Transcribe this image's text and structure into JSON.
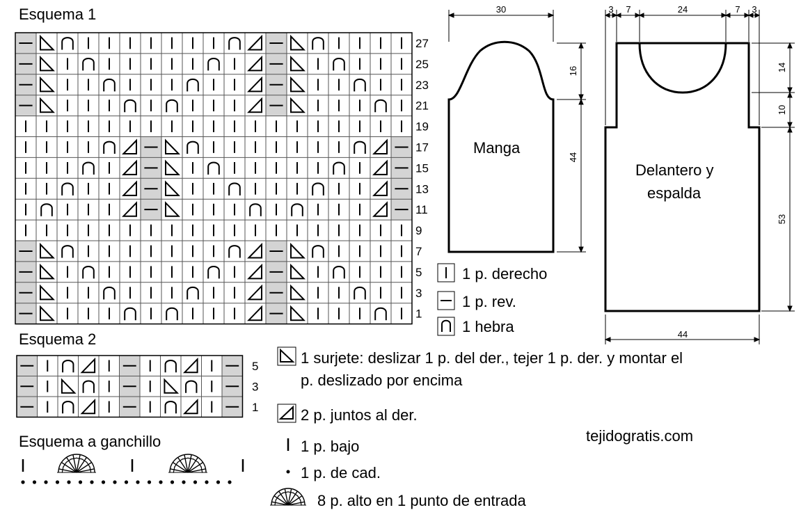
{
  "esquema1": {
    "title": "Esquema 1",
    "row_numbers": [
      "27",
      "25",
      "23",
      "21",
      "19",
      "17",
      "15",
      "13",
      "11",
      "9",
      "7",
      "5",
      "3",
      "1"
    ],
    "rows": [
      [
        "P",
        "S",
        "Y",
        "K",
        "K",
        "K",
        "K",
        "K",
        "K",
        "K",
        "Y",
        "T",
        "P",
        "S",
        "Y",
        "K",
        "K",
        "K",
        "K"
      ],
      [
        "P",
        "S",
        "K",
        "Y",
        "K",
        "K",
        "K",
        "K",
        "K",
        "Y",
        "K",
        "T",
        "P",
        "S",
        "K",
        "Y",
        "K",
        "K",
        "K"
      ],
      [
        "P",
        "S",
        "K",
        "K",
        "Y",
        "K",
        "K",
        "K",
        "Y",
        "K",
        "K",
        "T",
        "P",
        "S",
        "K",
        "K",
        "Y",
        "K",
        "K"
      ],
      [
        "P",
        "S",
        "K",
        "K",
        "K",
        "Y",
        "K",
        "Y",
        "K",
        "K",
        "K",
        "T",
        "P",
        "S",
        "K",
        "K",
        "K",
        "Y",
        "K"
      ],
      [
        "K",
        "K",
        "K",
        "K",
        "K",
        "K",
        "K",
        "K",
        "K",
        "K",
        "K",
        "K",
        "K",
        "K",
        "K",
        "K",
        "K",
        "K",
        "K"
      ],
      [
        "K",
        "K",
        "K",
        "K",
        "Y",
        "T",
        "P",
        "S",
        "Y",
        "K",
        "K",
        "K",
        "K",
        "K",
        "K",
        "K",
        "Y",
        "T",
        "P"
      ],
      [
        "K",
        "K",
        "K",
        "Y",
        "K",
        "T",
        "P",
        "S",
        "K",
        "Y",
        "K",
        "K",
        "K",
        "K",
        "K",
        "Y",
        "K",
        "T",
        "P"
      ],
      [
        "K",
        "K",
        "Y",
        "K",
        "K",
        "T",
        "P",
        "S",
        "K",
        "K",
        "Y",
        "K",
        "K",
        "K",
        "Y",
        "K",
        "K",
        "T",
        "P"
      ],
      [
        "K",
        "Y",
        "K",
        "K",
        "K",
        "T",
        "P",
        "S",
        "K",
        "K",
        "K",
        "Y",
        "K",
        "Y",
        "K",
        "K",
        "K",
        "T",
        "P"
      ],
      [
        "K",
        "K",
        "K",
        "K",
        "K",
        "K",
        "K",
        "K",
        "K",
        "K",
        "K",
        "K",
        "K",
        "K",
        "K",
        "K",
        "K",
        "K",
        "K"
      ],
      [
        "P",
        "S",
        "Y",
        "K",
        "K",
        "K",
        "K",
        "K",
        "K",
        "K",
        "Y",
        "T",
        "P",
        "S",
        "Y",
        "K",
        "K",
        "K",
        "K"
      ],
      [
        "P",
        "S",
        "K",
        "Y",
        "K",
        "K",
        "K",
        "K",
        "K",
        "Y",
        "K",
        "T",
        "P",
        "S",
        "K",
        "Y",
        "K",
        "K",
        "K"
      ],
      [
        "P",
        "S",
        "K",
        "K",
        "Y",
        "K",
        "K",
        "K",
        "Y",
        "K",
        "K",
        "T",
        "P",
        "S",
        "K",
        "K",
        "Y",
        "K",
        "K"
      ],
      [
        "P",
        "S",
        "K",
        "K",
        "K",
        "Y",
        "K",
        "Y",
        "K",
        "K",
        "K",
        "T",
        "P",
        "S",
        "K",
        "K",
        "K",
        "Y",
        "K"
      ]
    ]
  },
  "esquema2": {
    "title": "Esquema 2",
    "row_numbers": [
      "5",
      "3",
      "1"
    ],
    "rows": [
      [
        "P",
        "K",
        "Y",
        "T",
        "K",
        "P",
        "K",
        "Y",
        "T",
        "K",
        "P"
      ],
      [
        "P",
        "K",
        "S",
        "Y",
        "K",
        "P",
        "K",
        "S",
        "Y",
        "K",
        "P"
      ],
      [
        "P",
        "K",
        "Y",
        "T",
        "K",
        "P",
        "K",
        "Y",
        "T",
        "K",
        "P"
      ]
    ]
  },
  "esquema_ganchillo": {
    "title": "Esquema a ganchillo"
  },
  "manga": {
    "label": "Manga",
    "dims": {
      "width": "30",
      "cap_height": "16",
      "body_height": "44"
    }
  },
  "delantero": {
    "label_line1": "Delantero y",
    "label_line2": "espalda",
    "dims": {
      "top": [
        "3",
        "7",
        "24",
        "7",
        "3"
      ],
      "neck_depth": "14",
      "armhole": "10",
      "body_height": "53",
      "bottom_width": "44"
    }
  },
  "legend": {
    "knit": "1 p. derecho",
    "purl": "1 p. rev.",
    "yo": "1 hebra",
    "skp_line1": "1 surjete: deslizar 1 p. del der., tejer 1 p. der. y montar el",
    "skp_line2": "p. deslizado por encima",
    "k2tog": "2 p. juntos al der.",
    "sc": "1 p. bajo",
    "ch": "1 p. de cad.",
    "shell": "8 p. alto en 1 punto de entrada"
  },
  "watermark": "tejidogratis.com",
  "colors": {
    "purl_shade": "#d4d4d4",
    "grid": "#555555",
    "ink": "#000000"
  }
}
